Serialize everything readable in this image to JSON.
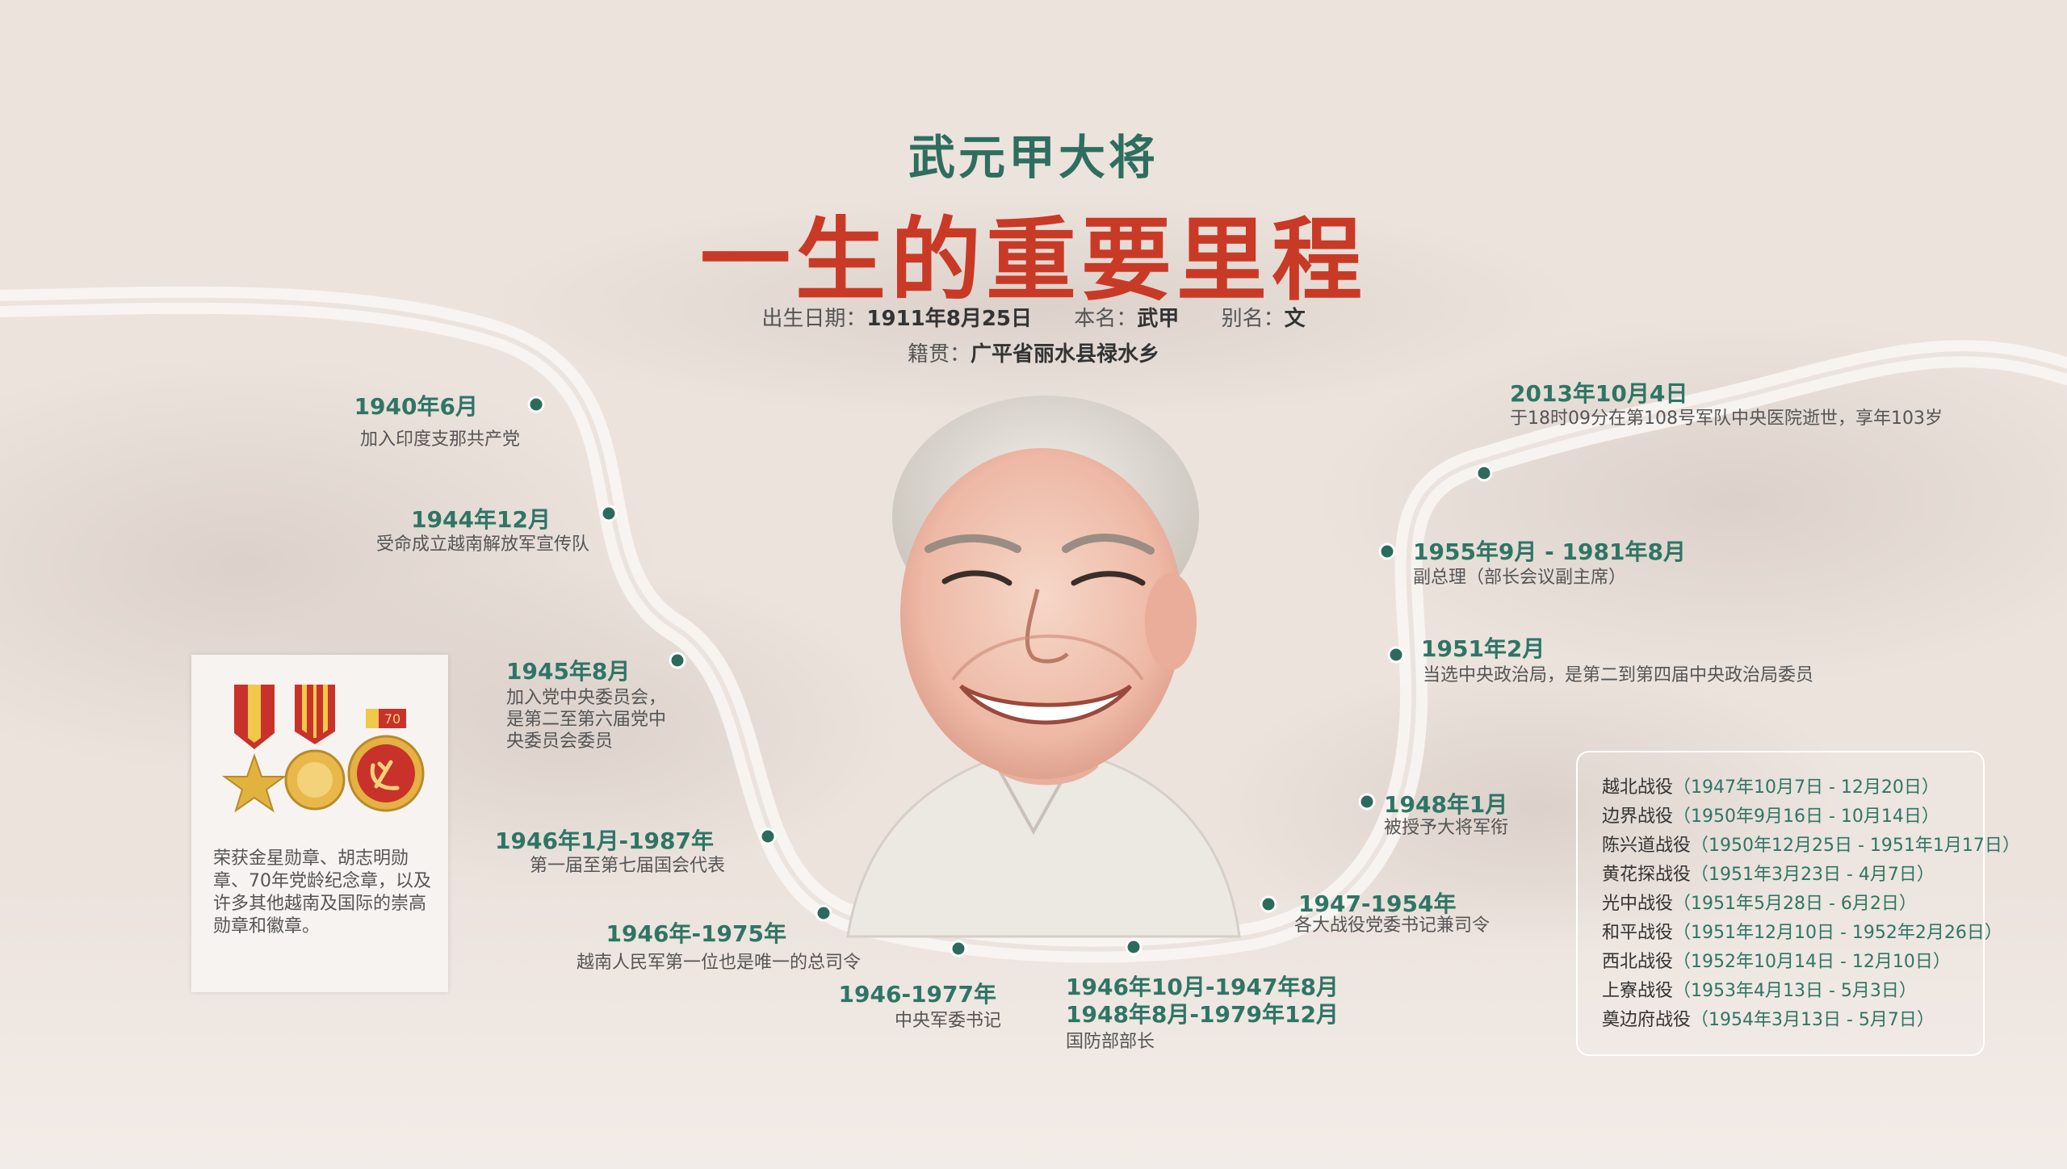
{
  "header": {
    "subtitle": "武元甲大将",
    "title": "一生的重要里程",
    "birth_label": "出生日期：",
    "birth_value": "1911年8月25日",
    "realname_label": "本名：",
    "realname_value": "武甲",
    "alias_label": "别名：",
    "alias_value": "文",
    "origin_label": "籍贯：",
    "origin_value": "广平省丽水县禄水乡"
  },
  "timeline": [
    {
      "date": "1940年6月",
      "desc": "加入印度支那共产党"
    },
    {
      "date": "1944年12月",
      "desc": "受命成立越南解放军宣传队"
    },
    {
      "date": "1945年8月",
      "desc_lines": [
        "加入党中央委员会，",
        "是第二至第六届党中",
        "央委员会委员"
      ]
    },
    {
      "date": "1946年1月-1987年",
      "desc": "第一届至第七届国会代表"
    },
    {
      "date": "1946年-1975年",
      "desc": "越南人民军第一位也是唯一的总司令"
    },
    {
      "date": "1946-1977年",
      "desc": "中央军委书记"
    },
    {
      "date_lines": [
        "1946年10月-1947年8月",
        "1948年8月-1979年12月"
      ],
      "desc": "国防部部长"
    },
    {
      "date": "1947-1954年",
      "desc": "各大战役党委书记兼司令"
    },
    {
      "date": "1948年1月",
      "desc": "被授予大将军衔"
    },
    {
      "date": "1951年2月",
      "desc": "当选中央政治局，是第二到第四届中央政治局委员"
    },
    {
      "date": "1955年9月 - 1981年8月",
      "desc": "副总理（部长会议副主席）"
    },
    {
      "date": "2013年10月4日",
      "desc": "于18时09分在第108号军队中央医院逝世，享年103岁"
    }
  ],
  "medals": {
    "badge_number": "70",
    "text": "荣获金星勋章、胡志明勋章、70年党龄纪念章，以及许多其他越南及国际的崇高勋章和徽章。"
  },
  "battles": [
    {
      "name": "越北战役",
      "dates": "（1947年10月7日 - 12月20日）"
    },
    {
      "name": "边界战役",
      "dates": "（1950年9月16日 - 10月14日）"
    },
    {
      "name": "陈兴道战役",
      "dates": "（1950年12月25日 - 1951年1月17日）"
    },
    {
      "name": "黄花探战役",
      "dates": "（1951年3月23日 - 4月7日）"
    },
    {
      "name": "光中战役",
      "dates": "（1951年5月28日 - 6月2日）"
    },
    {
      "name": "和平战役",
      "dates": "（1951年12月10日 - 1952年2月26日）"
    },
    {
      "name": "西北战役",
      "dates": "（1952年10月14日 - 12月10日）"
    },
    {
      "name": "上寮战役",
      "dates": "（1953年4月13日 - 5月3日）"
    },
    {
      "name": "奠边府战役",
      "dates": "（1954年3月13日 - 5月7日）"
    }
  ],
  "colors": {
    "background": "#ece3dd",
    "accent_green": "#2f7566",
    "accent_red": "#c83a26",
    "road": "#f8f4f1",
    "dot": "#2c6b5c"
  }
}
